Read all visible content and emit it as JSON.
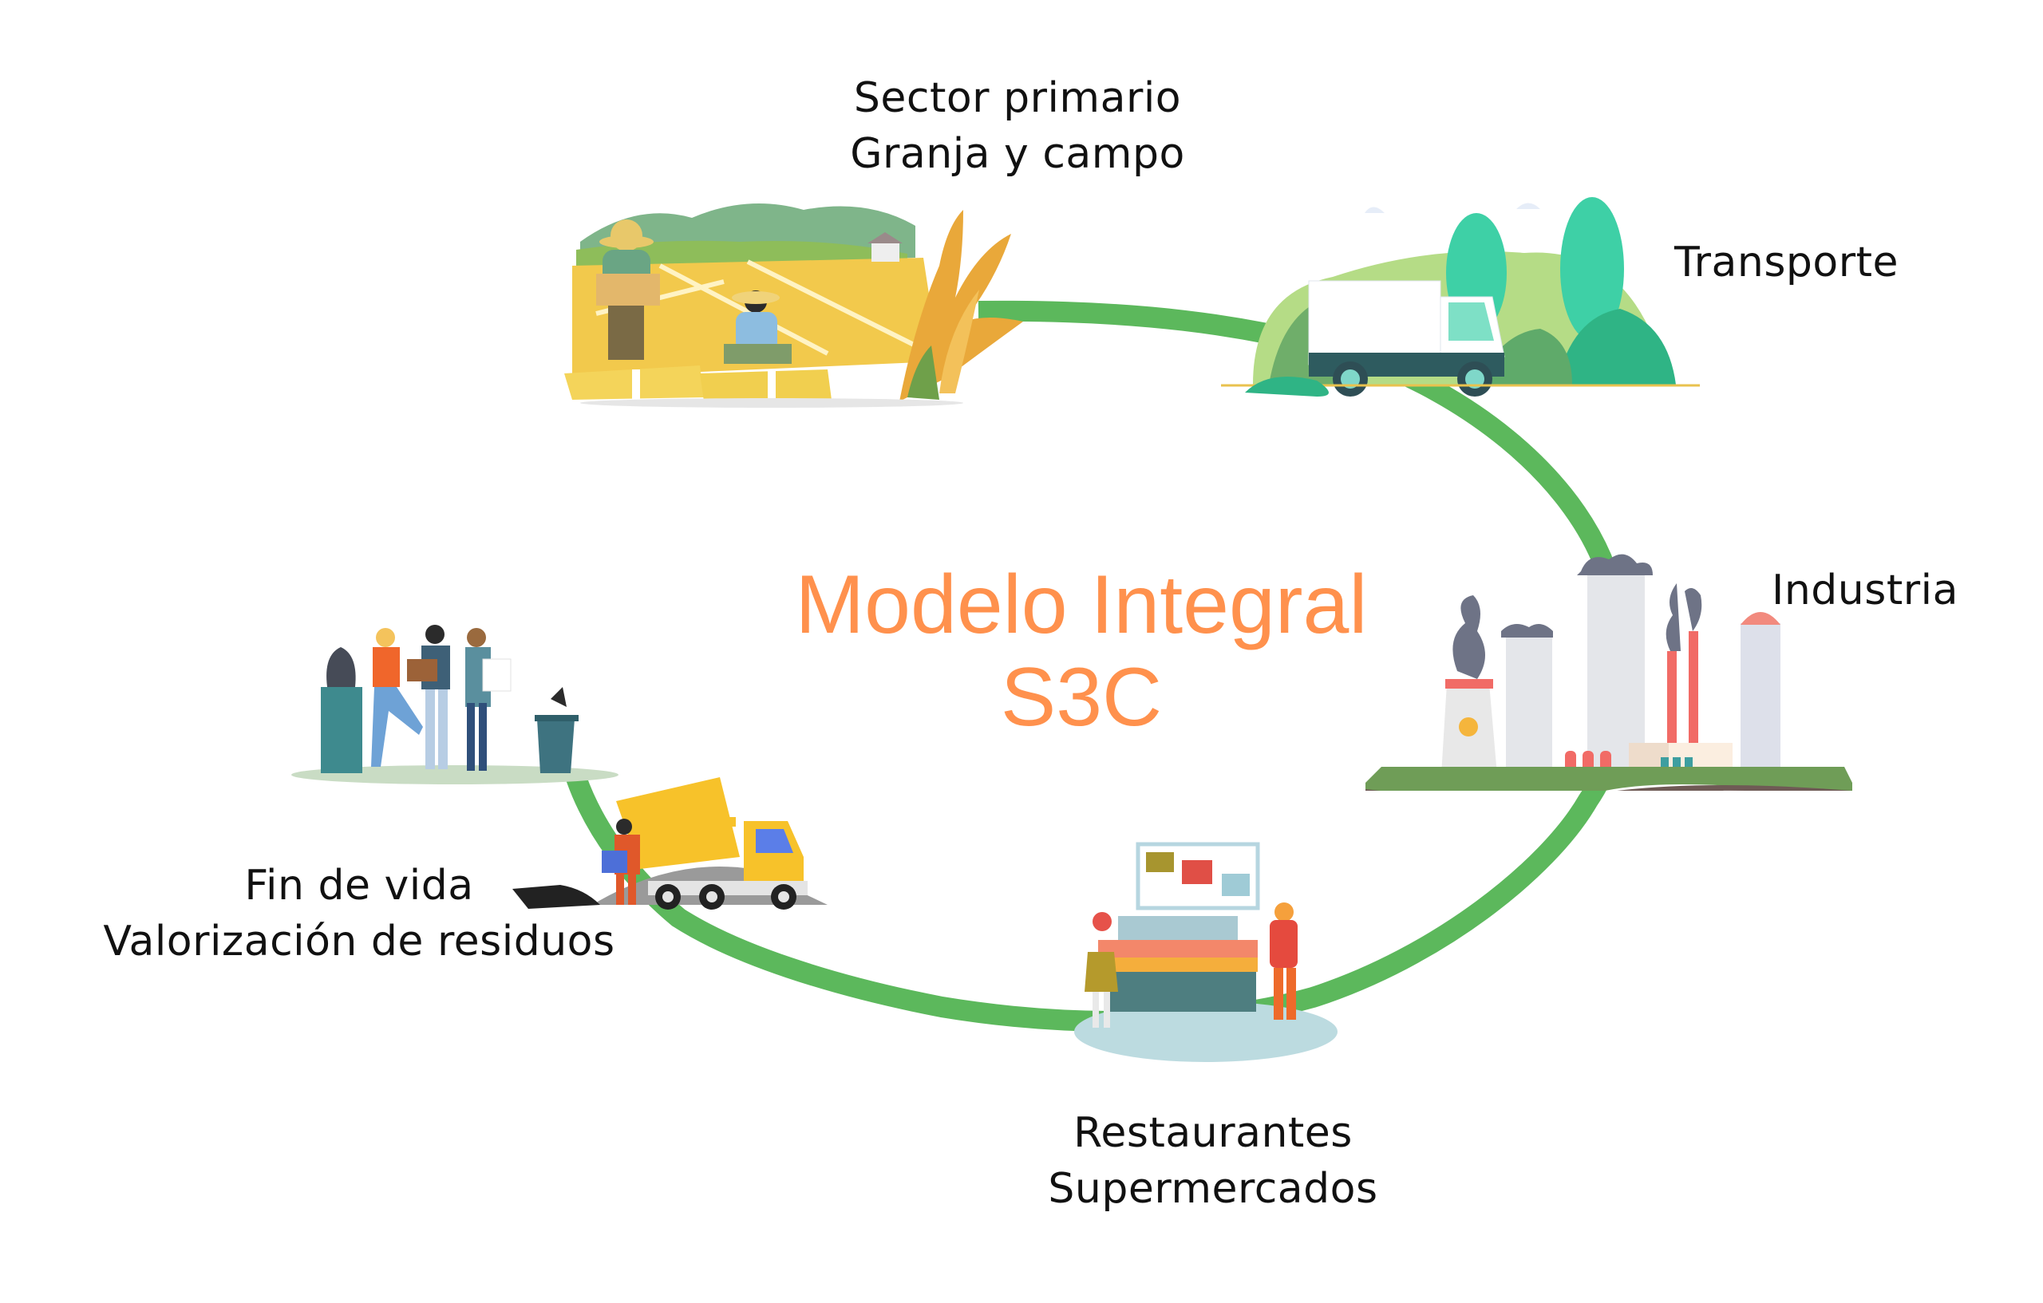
{
  "title": {
    "line1": "Modelo Integral",
    "line2": "S3C",
    "color": "#FF914D"
  },
  "cycle_color": "#5CB85C",
  "stages": [
    {
      "id": "primary",
      "lines": [
        "Sector primario",
        "Granja y campo"
      ],
      "illustration": "farm-harvest"
    },
    {
      "id": "transport",
      "lines": [
        "Transporte"
      ],
      "illustration": "delivery-truck"
    },
    {
      "id": "industry",
      "lines": [
        "Industria"
      ],
      "illustration": "factory"
    },
    {
      "id": "retail",
      "lines": [
        "Restaurantes",
        "Supermercados"
      ],
      "illustration": "food-counter"
    },
    {
      "id": "end-of-life",
      "lines": [
        "Fin de vida",
        "Valorización de residuos"
      ],
      "illustration": "recycling-and-dump-truck"
    }
  ]
}
